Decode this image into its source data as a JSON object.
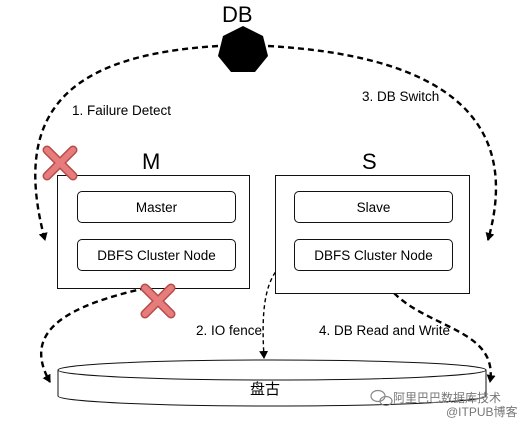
{
  "db": {
    "label": "DB",
    "fill": "#000000"
  },
  "master_group": {
    "title": "M",
    "boxes": [
      "Master",
      "DBFS Cluster Node"
    ]
  },
  "slave_group": {
    "title": "S",
    "boxes": [
      "Slave",
      "DBFS Cluster Node"
    ]
  },
  "arrows": {
    "failure_detect": "1. Failure Detect",
    "io_fence": "2. IO fence",
    "db_switch": "3. DB Switch",
    "db_read_write": "4. DB Read and Write"
  },
  "storage": {
    "label": "盘古"
  },
  "failure_mark_color": "#e06a6a",
  "watermark": {
    "line1": "阿里巴巴数据库技术",
    "line2": "@ITPUB博客"
  }
}
